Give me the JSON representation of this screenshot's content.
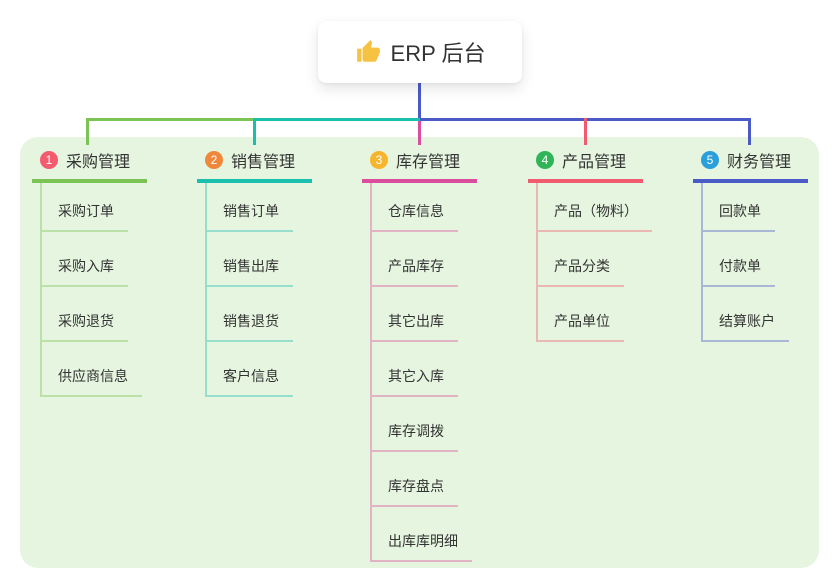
{
  "root": {
    "title": "ERP 后台",
    "icon": "thumbs-up-icon"
  },
  "branches": [
    {
      "badge": "1",
      "title": "采购管理",
      "badge_color": "#F25C6E",
      "line_color": "#7CC355",
      "children": [
        "采购订单",
        "采购入库",
        "采购退货",
        "供应商信息"
      ]
    },
    {
      "badge": "2",
      "title": "销售管理",
      "badge_color": "#F0883B",
      "line_color": "#1BBFAE",
      "children": [
        "销售订单",
        "销售出库",
        "销售退货",
        "客户信息"
      ]
    },
    {
      "badge": "3",
      "title": "库存管理",
      "badge_color": "#F7B52D",
      "line_color": "#DB4E9D",
      "children": [
        "仓库信息",
        "产品库存",
        "其它出库",
        "其它入库",
        "库存调拨",
        "库存盘点",
        "出库库明细"
      ]
    },
    {
      "badge": "4",
      "title": "产品管理",
      "badge_color": "#2FB457",
      "line_color": "#F15B70",
      "children": [
        "产品（物料）",
        "产品分类",
        "产品单位"
      ]
    },
    {
      "badge": "5",
      "title": "财务管理",
      "badge_color": "#2B9FD9",
      "line_color": "#4A5BC8",
      "children": [
        "回款单",
        "付款单",
        "结算账户"
      ]
    }
  ],
  "colors": {
    "root_line": "#4A5BC8",
    "panel_bg": "#E6F5E0",
    "text": "#333333",
    "thumb_gold": "#F5C242"
  }
}
